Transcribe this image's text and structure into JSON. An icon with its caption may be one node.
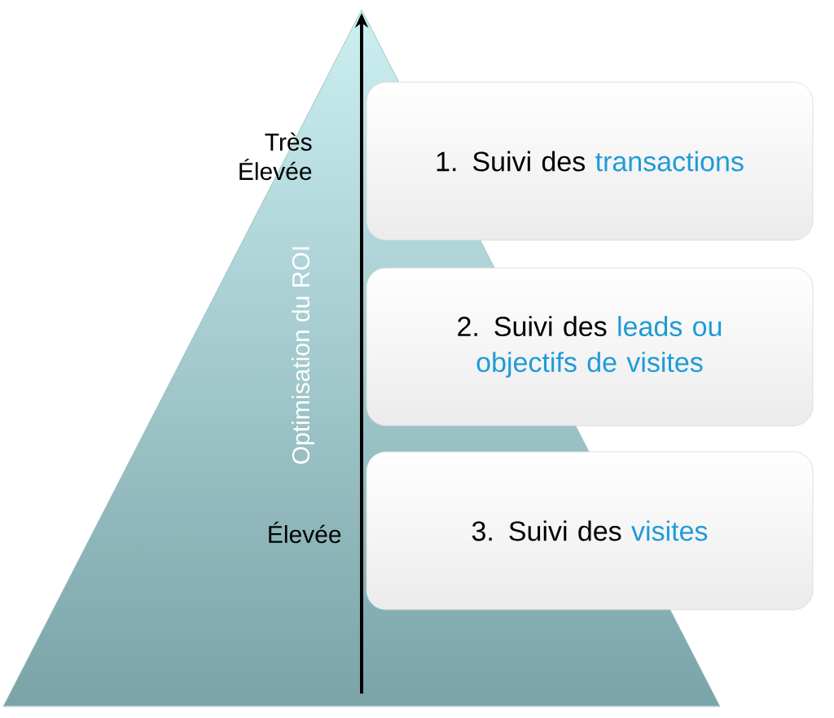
{
  "diagram": {
    "nodes": [
      {
        "text": [
          "Optimisation du ROI"
        ]
      },
      {
        "text": [
          "1. Suivi des",
          "transactions"
        ]
      },
      {
        "text": [
          "2. Suivi des",
          "leads ou objectifs de visites"
        ]
      },
      {
        "text": [
          "3. Suivi des",
          "visites"
        ]
      }
    ],
    "labels": [
      "Très Élevée",
      "Élevée"
    ]
  }
}
